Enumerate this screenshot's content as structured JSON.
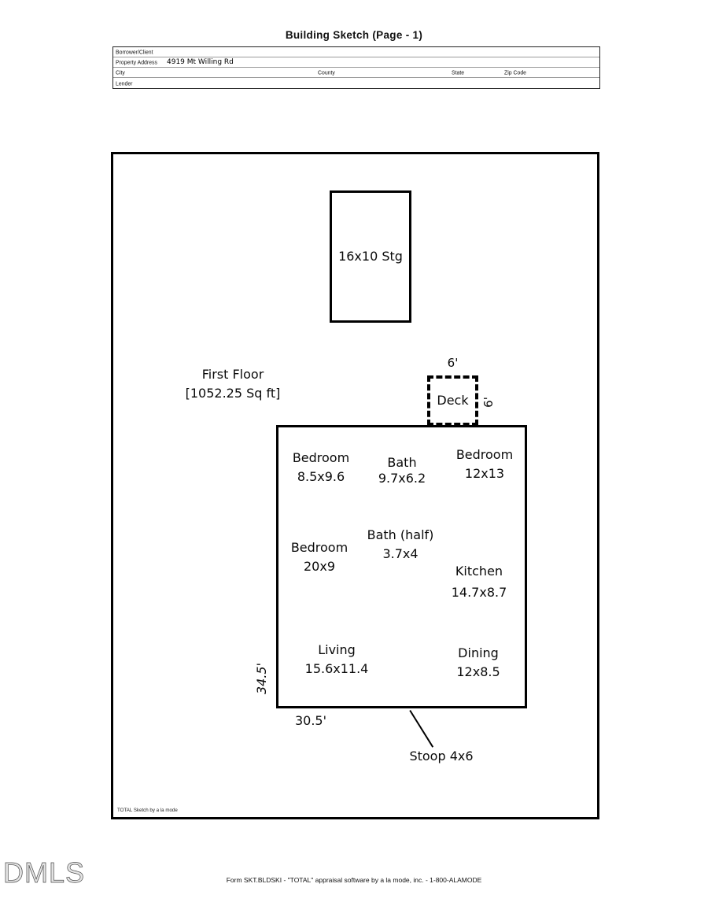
{
  "header": {
    "title": "Building Sketch (Page - 1)",
    "form": {
      "borrower_label": "Borrower/Client",
      "property_address_label": "Property Address",
      "property_address_value": "4919 Mt Willing Rd",
      "city_label": "City",
      "county_label": "County",
      "state_label": "State",
      "zip_label": "Zip Code",
      "lender_label": "Lender"
    }
  },
  "sketch": {
    "storage_label": "16x10 Stg",
    "floor_title": "First Floor",
    "floor_area": "[1052.25 Sq ft]",
    "deck": {
      "label": "Deck",
      "top_dim": "6'",
      "right_dim": "6'"
    },
    "rooms": [
      {
        "name": "Bedroom",
        "dim": "8.5x9.6"
      },
      {
        "name": "Bath",
        "dim": "9.7x6.2"
      },
      {
        "name": "Bedroom",
        "dim": "12x13"
      },
      {
        "name": "Bedroom",
        "dim": "20x9"
      },
      {
        "name": "Bath (half)",
        "dim": "3.7x4"
      },
      {
        "name": "Kitchen",
        "dim": "14.7x8.7"
      },
      {
        "name": "Living",
        "dim": "15.6x11.4"
      },
      {
        "name": "Dining",
        "dim": "12x8.5"
      }
    ],
    "left_wall_dim": "34.5'",
    "bottom_wall_dim": "30.5'",
    "stoop_label": "Stoop 4x6",
    "credit": "TOTAL Sketch by a la mode"
  },
  "footer": {
    "form_line": "Form SKT.BLDSKI - \"TOTAL\" appraisal software by a la mode, inc. - 1-800-ALAMODE",
    "watermark": "DMLS"
  }
}
